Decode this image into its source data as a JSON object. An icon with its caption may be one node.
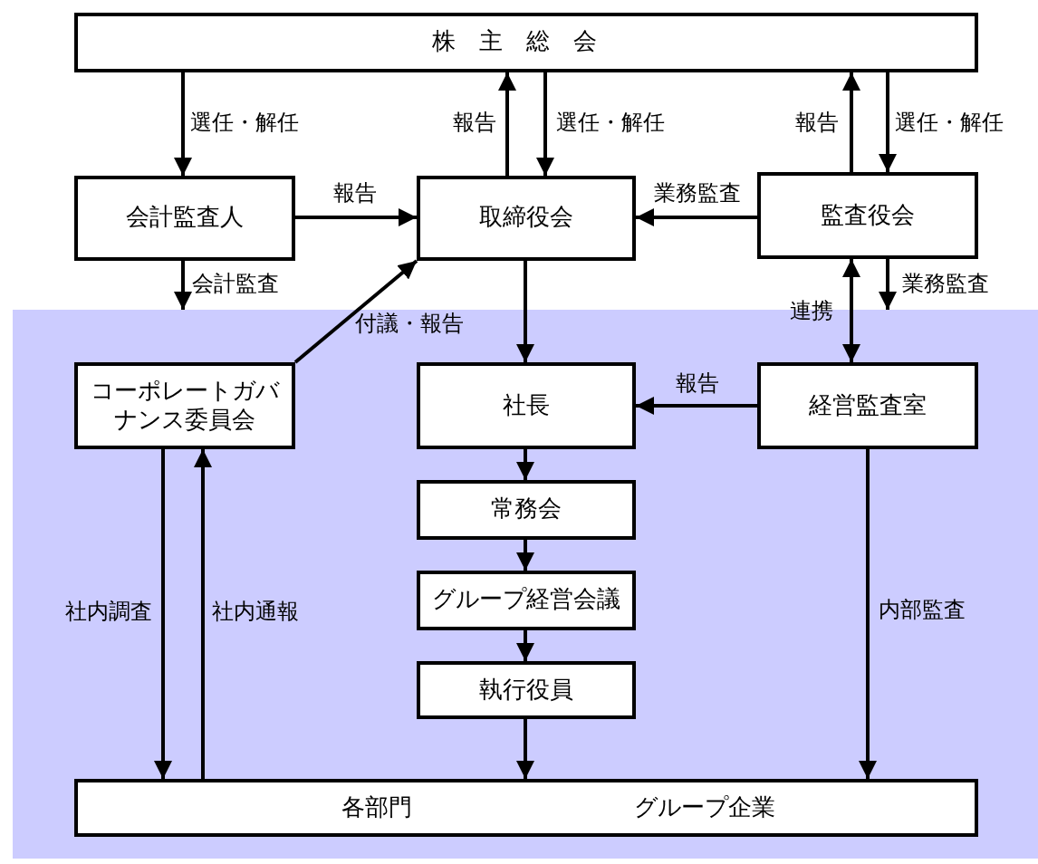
{
  "diagram": {
    "nodes": [
      {
        "text": [
          "株主総会"
        ]
      },
      {
        "text": [
          "会計監査人"
        ]
      },
      {
        "text": [
          "取締役会"
        ]
      },
      {
        "text": [
          "監査役会"
        ]
      },
      {
        "text": [],
        "shape": "box"
      },
      {
        "text": [
          "コーポレートガバナンス委員会"
        ],
        "in": 4
      },
      {
        "text": [
          "社長"
        ],
        "in": 4
      },
      {
        "text": [
          "経営監査室"
        ],
        "in": 4
      },
      {
        "text": [
          "常務会"
        ],
        "in": 4
      },
      {
        "text": [
          "グループ経営会議"
        ],
        "in": 4
      },
      {
        "text": [
          "執行役員"
        ],
        "in": 4
      },
      {
        "text": [
          "各部門",
          "グループ企業"
        ],
        "in": 4
      }
    ],
    "edges": [
      {
        "from": 0,
        "to": 1,
        "arrow": "to",
        "label": "選任・解任"
      },
      {
        "from": 2,
        "to": 0,
        "arrow": "to",
        "label": "報告"
      },
      {
        "from": 0,
        "to": 2,
        "arrow": "to",
        "label": "選任・解任"
      },
      {
        "from": 3,
        "to": 0,
        "arrow": "to",
        "label": "報告"
      },
      {
        "from": 0,
        "to": 3,
        "arrow": "to",
        "label": "選任・解任"
      },
      {
        "from": 1,
        "to": 2,
        "arrow": "to",
        "label": "報告"
      },
      {
        "from": 3,
        "to": 2,
        "arrow": "to",
        "label": "業務監査"
      },
      {
        "from": 1,
        "to": 4,
        "arrow": "to",
        "label": "会計監査"
      },
      {
        "from": 5,
        "to": 2,
        "arrow": "to",
        "label": "付議・報告"
      },
      {
        "from": 2,
        "to": 6,
        "arrow": "to"
      },
      {
        "from": 3,
        "to": 7,
        "arrow": "both",
        "label": "連携"
      },
      {
        "from": 3,
        "to": 4,
        "arrow": "to",
        "label": "業務監査"
      },
      {
        "from": 7,
        "to": 6,
        "arrow": "to",
        "label": "報告"
      },
      {
        "from": 6,
        "to": 8,
        "arrow": "to"
      },
      {
        "from": 8,
        "to": 9,
        "arrow": "to"
      },
      {
        "from": 9,
        "to": 10,
        "arrow": "to"
      },
      {
        "from": 10,
        "to": 11,
        "arrow": "to"
      },
      {
        "from": 5,
        "to": 11,
        "arrow": "to",
        "label": "社内調査"
      },
      {
        "from": 11,
        "to": 5,
        "arrow": "to",
        "label": "社内通報"
      },
      {
        "from": 7,
        "to": 11,
        "arrow": "to",
        "label": "内部監査"
      }
    ]
  }
}
